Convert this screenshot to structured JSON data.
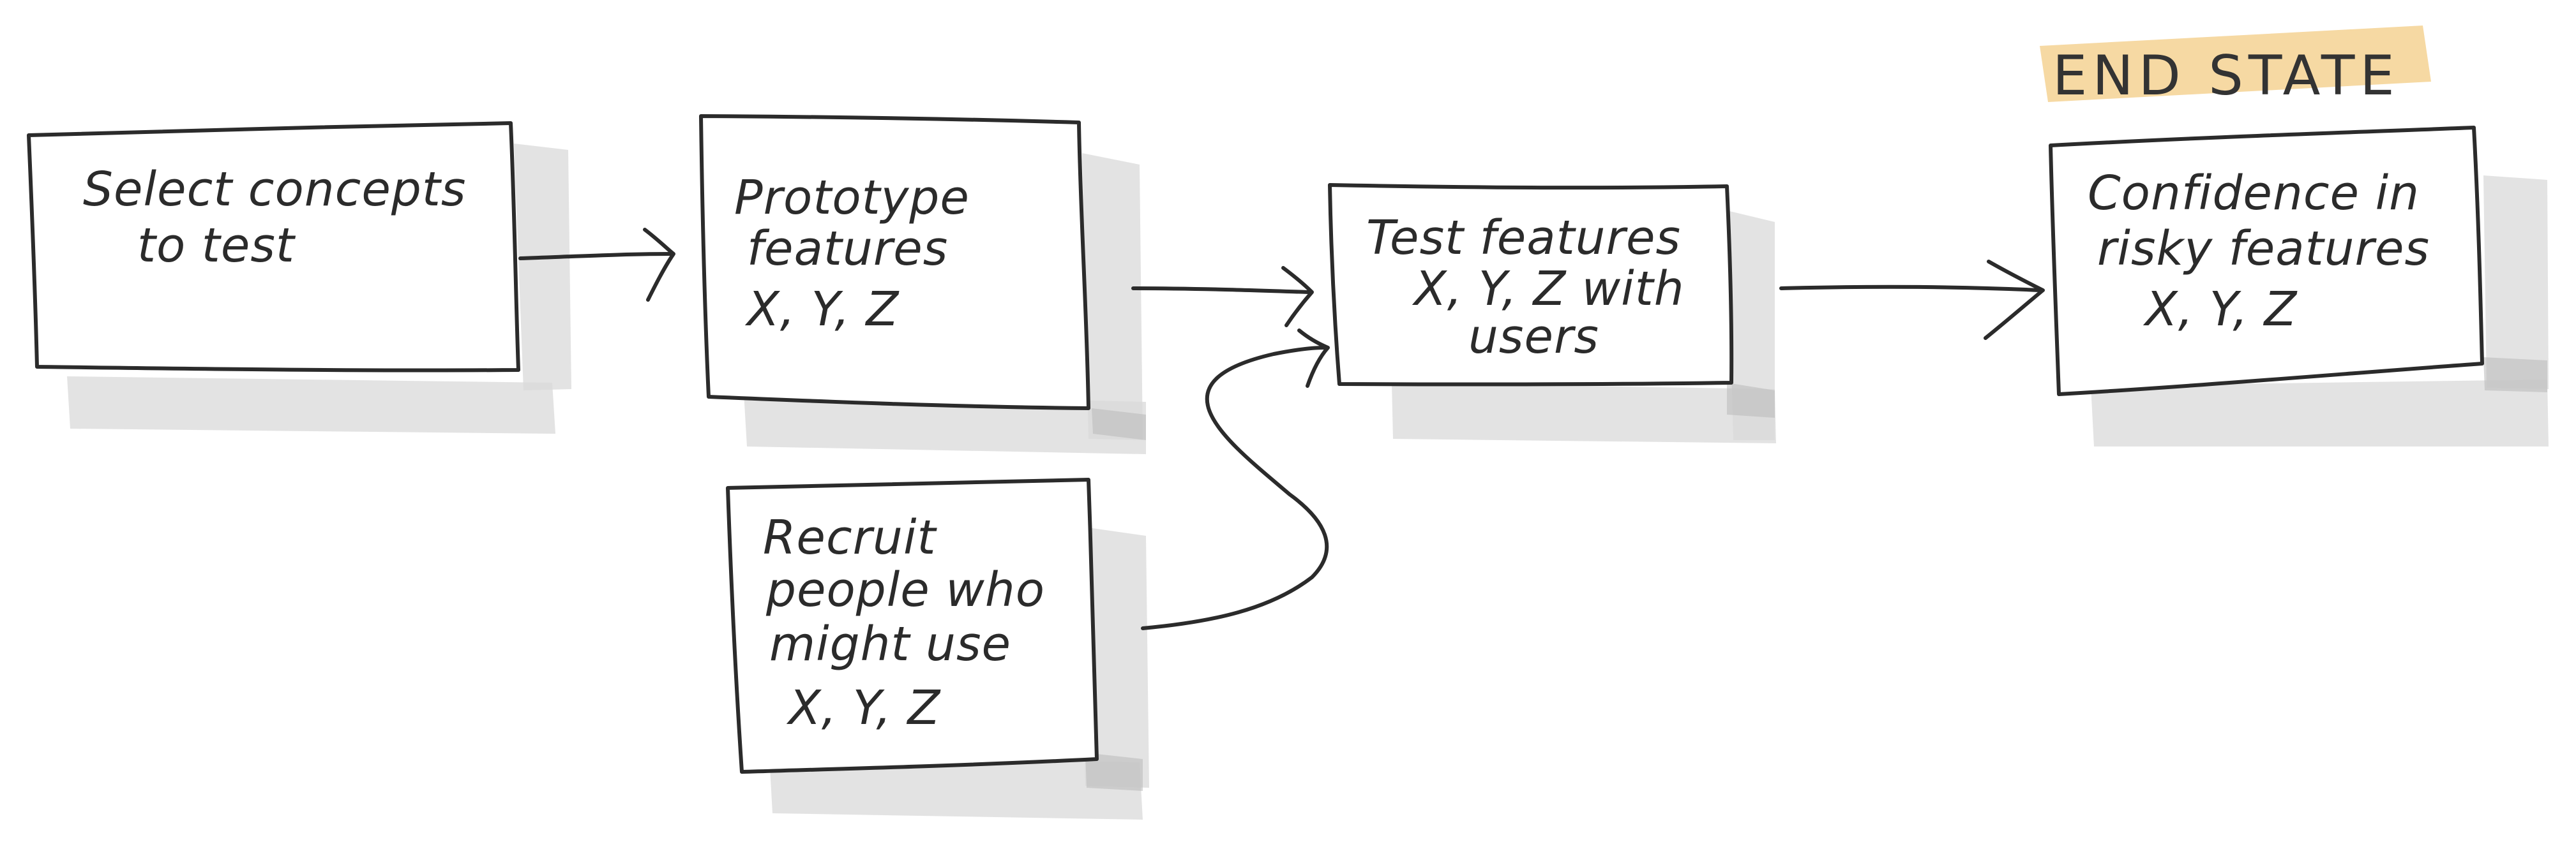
{
  "tag": {
    "text": "END STATE",
    "color": "#f6d9a3"
  },
  "steps": {
    "select": {
      "lines": [
        "Select concepts",
        "to test"
      ]
    },
    "prototype": {
      "lines": [
        "Prototype",
        "features",
        "X, Y, Z"
      ]
    },
    "test": {
      "lines": [
        "Test features",
        "X, Y, Z with",
        "users"
      ]
    },
    "confidence": {
      "lines": [
        "Confidence in",
        "risky features",
        "X, Y, Z"
      ]
    },
    "recruit": {
      "lines": [
        "Recruit",
        "people who",
        "might use",
        "X, Y, Z"
      ]
    }
  },
  "colors": {
    "ink": "#2b2b2b",
    "shadow": "#d9d9d9"
  }
}
